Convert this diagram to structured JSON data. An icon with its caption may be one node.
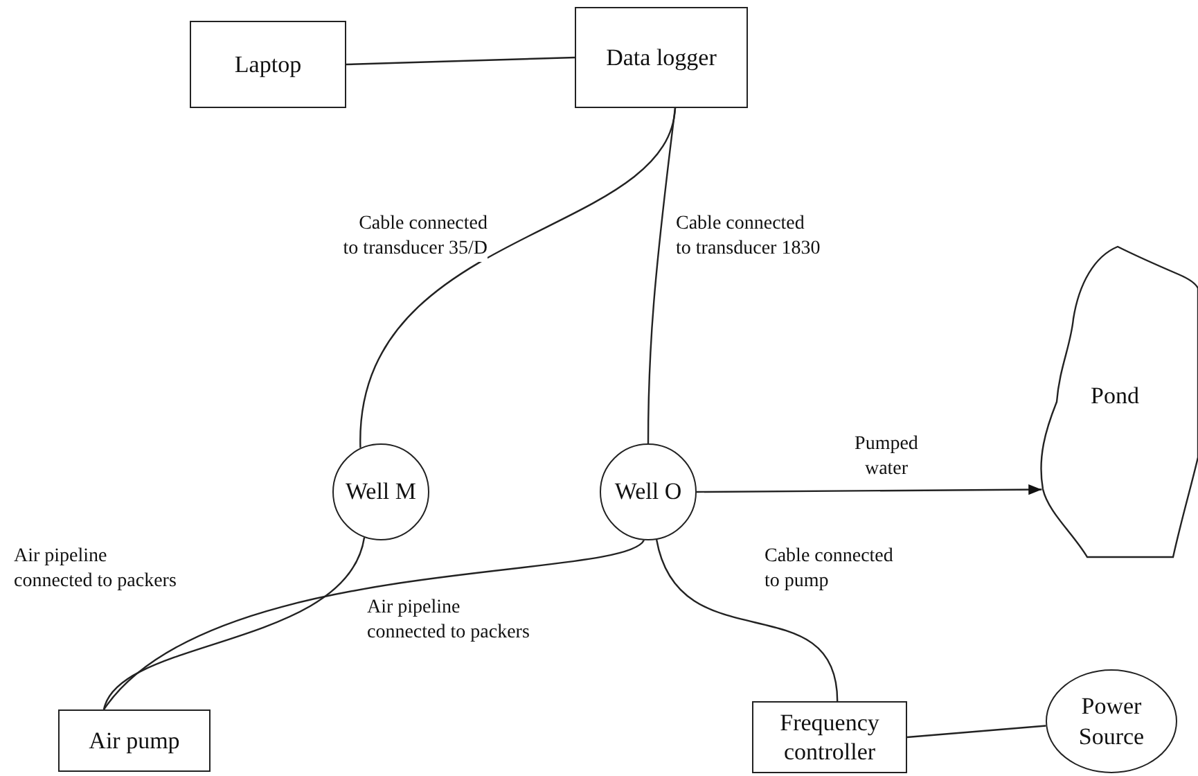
{
  "diagram": {
    "nodes": [
      {
        "text": [
          "Laptop"
        ]
      },
      {
        "text": [
          "Data logger"
        ]
      },
      {
        "text": [
          "Well M"
        ]
      },
      {
        "text": [
          "Well O"
        ]
      },
      {
        "text": [
          "Pond"
        ]
      },
      {
        "text": [
          "Air pump"
        ]
      },
      {
        "text": [
          "Frequency controller"
        ]
      },
      {
        "text": [
          "Power Source"
        ]
      }
    ],
    "edges": [
      {
        "from": 0,
        "to": 1,
        "arrow": "none"
      },
      {
        "from": 1,
        "to": 2,
        "arrow": "none",
        "label": "Cable connected to transducer 35/D"
      },
      {
        "from": 1,
        "to": 3,
        "arrow": "none",
        "label": "Cable connected to transducer 1830"
      },
      {
        "from": 3,
        "to": 4,
        "arrow": "to",
        "label": "Pumped water"
      },
      {
        "from": 2,
        "to": 5,
        "arrow": "none",
        "label": "Air pipeline connected to packers"
      },
      {
        "from": 3,
        "to": 5,
        "arrow": "none",
        "label": "Air pipeline connected to packers"
      },
      {
        "from": 3,
        "to": 6,
        "arrow": "none",
        "label": "Cable connected to pump"
      },
      {
        "from": 6,
        "to": 7,
        "arrow": "none"
      }
    ]
  }
}
